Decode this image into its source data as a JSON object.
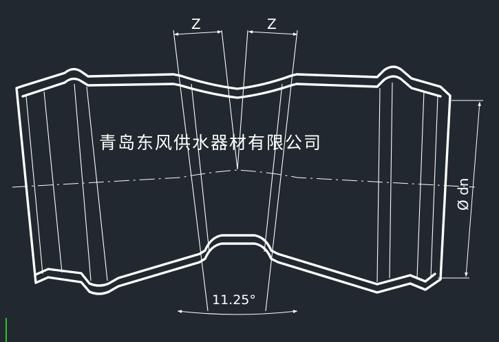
{
  "drawing": {
    "company_name": "青岛东风供水器材有限公司",
    "dimension_z_left": "Z",
    "dimension_z_right": "Z",
    "angle_label": "11.25°",
    "diameter_label": "Ø dn"
  },
  "colors": {
    "background": "#21282f",
    "line": "#ffffff",
    "cursor": "#2fbf2f"
  }
}
